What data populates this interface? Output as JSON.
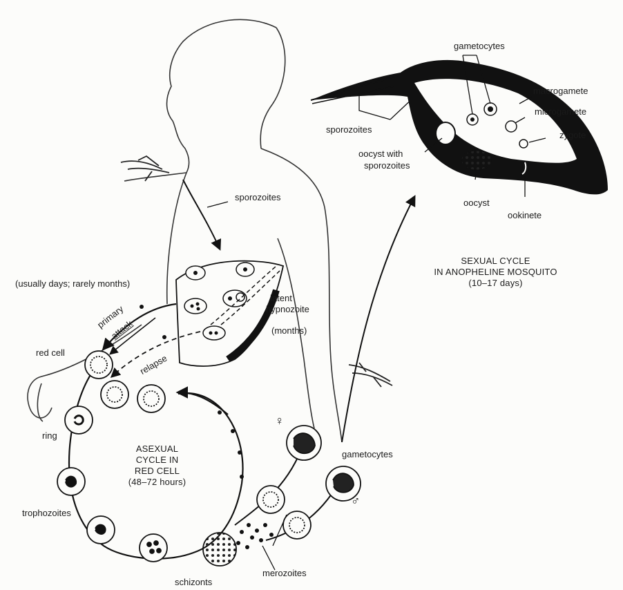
{
  "mosquito": {
    "gametocytes": "gametocytes",
    "macrogamete": "macrogamete",
    "microgamete": "microgamete",
    "zygote": "zygote",
    "sporozoites": "sporozoites",
    "oocyst_with_sporozoites_1": "oocyst with",
    "oocyst_with_sporozoites_2": "sporozoites",
    "oocyst": "oocyst",
    "ookinete": "ookinete"
  },
  "sexual_cycle": {
    "line1": "SEXUAL CYCLE",
    "line2": "IN ANOPHELINE MOSQUITO",
    "line3": "(10–17 days)"
  },
  "human": {
    "sporozoites": "sporozoites",
    "usually_days": "(usually days; rarely months)",
    "latent": "latent",
    "hypnozoite": "hypnozoite",
    "months": "(months)",
    "primary": "primary",
    "attack": "attack",
    "relapse": "relapse"
  },
  "asexual": {
    "red_cell": "red cell",
    "ring": "ring",
    "trophozoites": "trophozoites",
    "schizonts": "schizonts",
    "merozoites": "merozoites",
    "gametocytes": "gametocytes",
    "female_symbol": "♀",
    "male_symbol": "♂",
    "cycle_line1": "ASEXUAL",
    "cycle_line2": "CYCLE IN",
    "cycle_line3": "RED CELL",
    "cycle_line4": "(48–72 hours)"
  }
}
